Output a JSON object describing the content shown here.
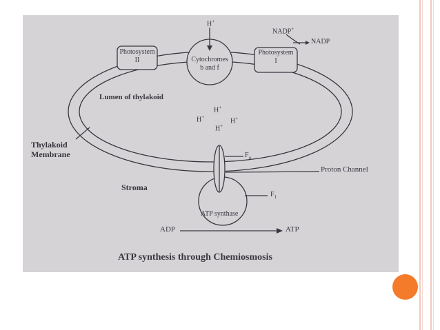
{
  "diagram": {
    "caption": "ATP synthesis through Chemiosmosis",
    "labels": {
      "h_top": "H",
      "h_sup": "+",
      "nadp_plus": "NADP",
      "nadp_plus_sup": "+",
      "nadp": "NADP",
      "photosystem_ii_line1": "Photosystem",
      "photosystem_ii_line2": "II",
      "cytochromes_line1": "Cytochromes",
      "cytochromes_line2": "b and f",
      "photosystem_i_line1": "Photosystem",
      "photosystem_i_line2": "I",
      "lumen": "Lumen of thylakoid",
      "h_ions": [
        "H",
        "H",
        "H",
        "H"
      ],
      "thylakoid_line1": "Thylakoid",
      "thylakoid_line2": "Membrane",
      "f_o": "F",
      "f_o_sub": "o",
      "proton_channel": "Proton Channel",
      "stroma": "Stroma",
      "f_1": "F",
      "f_1_sub": "1",
      "atp_synthase": "ATP synthase",
      "adp": "ADP",
      "atp": "ATP"
    }
  },
  "colors": {
    "accent_orange": "#f47b2a",
    "border_pink": "#f2c9bf",
    "photo_bg": "#d6d3d6",
    "ink": "#3a3640"
  }
}
